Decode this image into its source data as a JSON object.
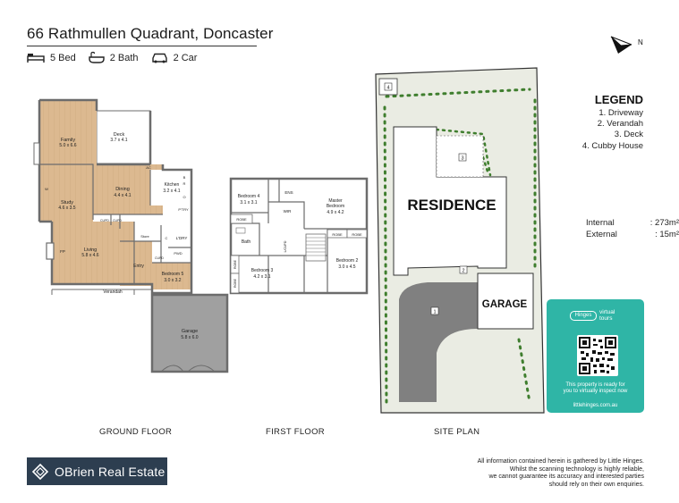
{
  "listing": {
    "address": "66 Rathmullen Quadrant, Doncaster",
    "beds": "5 Bed",
    "baths": "2 Bath",
    "cars": "2 Car"
  },
  "compass": {
    "label": "N"
  },
  "legend": {
    "title": "LEGEND",
    "items": [
      "1. Driveway",
      "2. Verandah",
      "3. Deck",
      "4. Cubby House"
    ]
  },
  "areas": {
    "internal_label": "Internal",
    "internal_value": ": 273m²",
    "external_label": "External",
    "external_value": ": 15m²"
  },
  "ground_floor": {
    "caption": "GROUND FLOOR",
    "rooms": {
      "family_name": "Family",
      "family_dim": "5.0 x 6.6",
      "deck_name": "Deck",
      "deck_dim": "3.7 x 4.1",
      "dining_name": "Dining",
      "dining_dim": "4.4 x 4.1",
      "kitchen_name": "Kitchen",
      "kitchen_dim": "3.2 x 4.1",
      "study_name": "Study",
      "study_dim": "4.6 x 3.5",
      "living_name": "Living",
      "living_dim": "5.8 x 4.6",
      "bed5_name": "Bedroom 5",
      "bed5_dim": "3.0 x 3.2",
      "garage_name": "Garage",
      "garage_dim": "5.8 x 6.0",
      "ac": "AC",
      "fp": "FP",
      "w": "W",
      "b": "B",
      "r": "R",
      "o": "O",
      "ptry": "P'TRY",
      "cupd1": "CUPD",
      "cupd2": "CUPD",
      "cupd3": "CUPD",
      "store": "Store",
      "c": "C",
      "ldry": "L'DRY",
      "pwd": "PWD",
      "entry": "Entry",
      "verandah": "Verandah"
    }
  },
  "first_floor": {
    "caption": "FIRST FLOOR",
    "rooms": {
      "bed4_name": "Bedroom 4",
      "bed4_dim": "3.1 x 3.1",
      "ens": "ENS",
      "wir": "WIR",
      "master_name": "Master",
      "master_sub": "Bedroom",
      "master_dim": "4.9 x 4.2",
      "robe1": "ROBE",
      "robe2": "ROBE",
      "robe3": "ROBE",
      "robe4": "ROBE",
      "robe5": "ROBE",
      "bath": "Bath",
      "lcupd": "L/CUPD",
      "bed3_name": "Bedroom 3",
      "bed3_dim": "4.2 x 3.1",
      "bed2_name": "Bedroom 2",
      "bed2_dim": "3.0 x 4.5"
    }
  },
  "site_plan": {
    "caption": "SITE PLAN",
    "residence": "RESIDENCE",
    "garage": "GARAGE",
    "marker1": "1",
    "marker2": "2",
    "marker3": "3",
    "marker4": "4"
  },
  "brand": {
    "name": "OBrien Real Estate"
  },
  "disclaimer": {
    "line1": "All information contained herein is gathered by Little Hinges.",
    "line2": "Whilst the scanning technology is highly reliable,",
    "line3": "we cannot guarantee its accuracy and interested parties",
    "line4": "should rely on their own enquiries."
  },
  "virtual_tour": {
    "hinges": "Hinges",
    "virtual": "virtual",
    "tours": "tours",
    "message_line1": "This property is ready for",
    "message_line2": "you to virtually inspect now",
    "url": "littlehinges.com.au"
  },
  "colors": {
    "floor_wood": "#dcb990",
    "wall": "#6c6c6c",
    "garage_fill": "#a0a0a0",
    "lawn": "#eaece3",
    "hedge": "#3f7e2e",
    "driveway": "#808080",
    "brand_bg": "#2d3e50",
    "tour_card": "#2fb5a6"
  }
}
